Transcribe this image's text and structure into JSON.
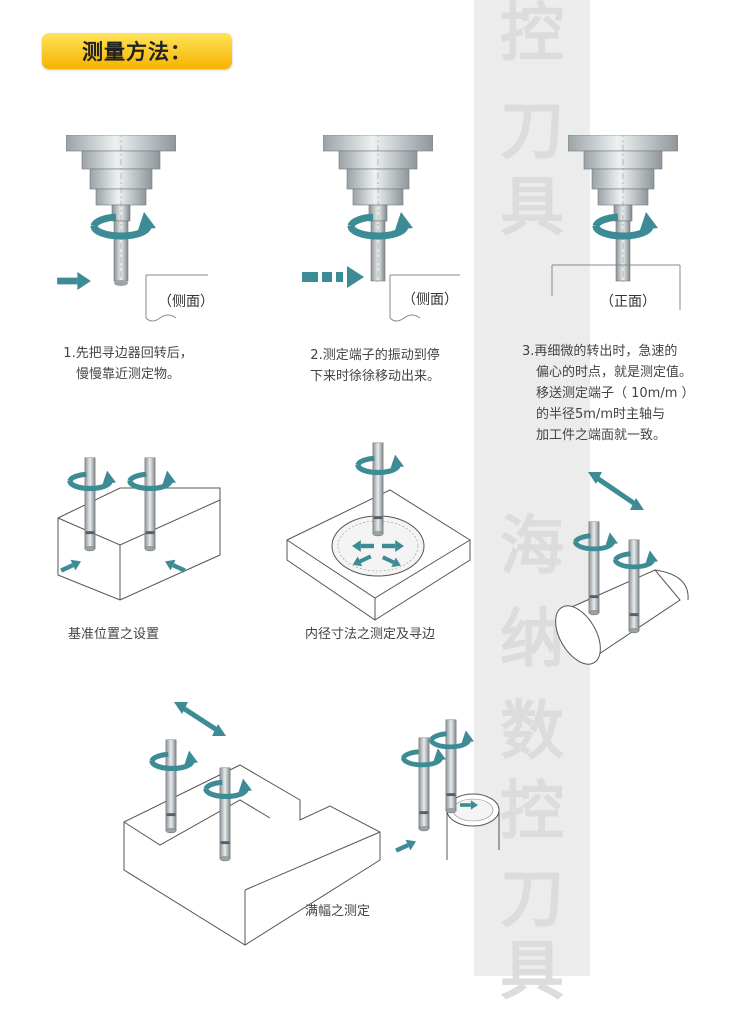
{
  "title": "测量方法：",
  "watermark": [
    "控",
    "刀",
    "具",
    "海",
    "纳",
    "数",
    "控",
    "刀",
    "具"
  ],
  "steps": [
    {
      "tag": "（侧面）",
      "caption": [
        "1.先把寻边器回转后，",
        "慢慢靠近测定物。"
      ]
    },
    {
      "tag": "（侧面）",
      "caption": [
        "2.测定端子的振动到停",
        "下来时徐徐移动出来。"
      ]
    },
    {
      "tag": "（正面）",
      "caption": [
        "3.再细微的转出时，急速的",
        "偏心的时点，就是测定值。",
        "移送测定端子（ 10m/m ）",
        "的半径5m/m时主轴与",
        "加工件之端面就一致。"
      ]
    }
  ],
  "applications": [
    {
      "caption": "基准位置之设置"
    },
    {
      "caption": "内径寸法之测定及寻边"
    },
    {
      "caption": "满幅之测定"
    }
  ],
  "colors": {
    "accent": "#3d8c95",
    "badge": "#f6b300",
    "metal": "#c9cfd2"
  }
}
